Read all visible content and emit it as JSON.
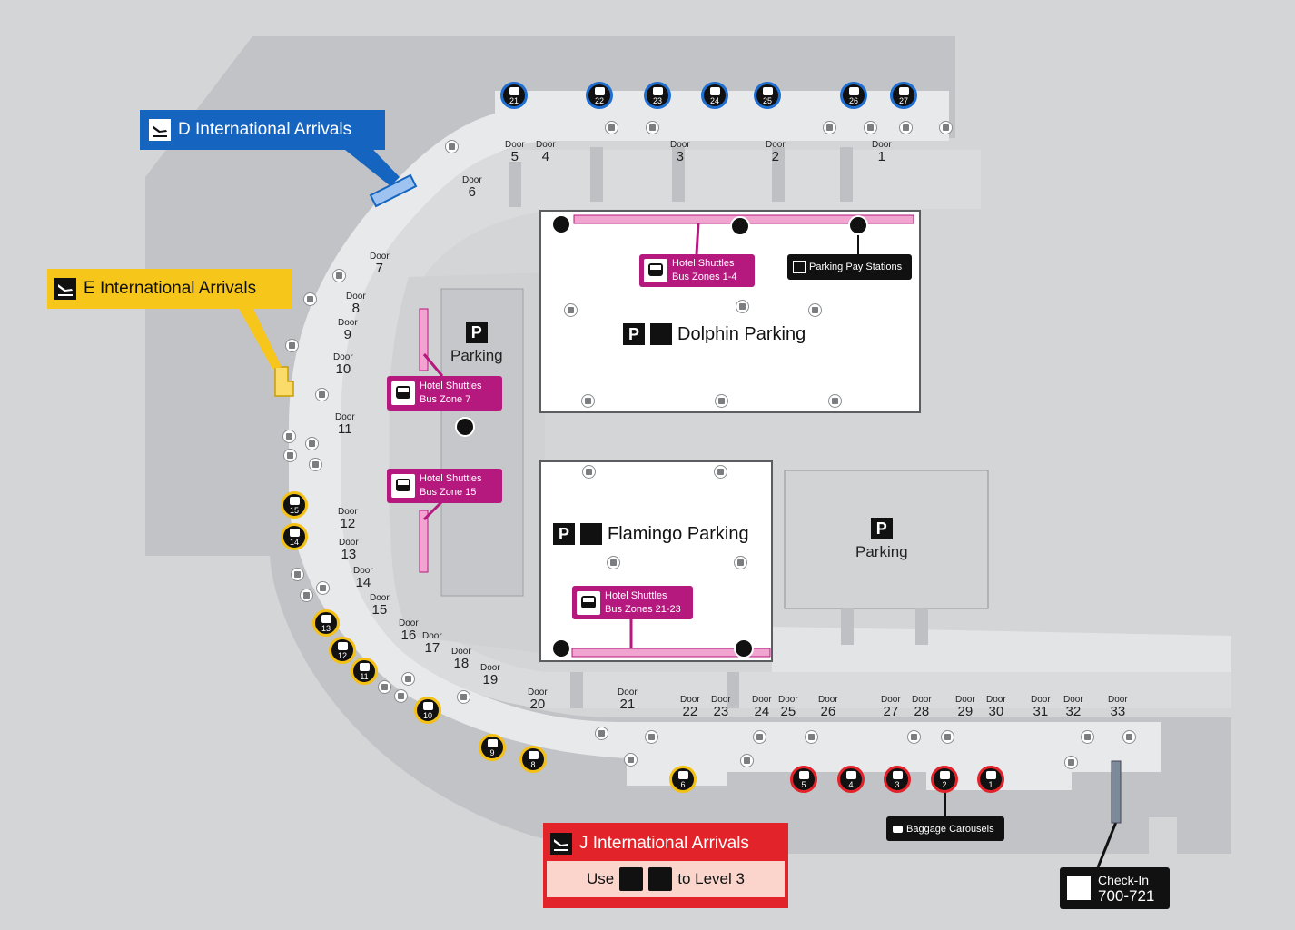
{
  "colors": {
    "background": "#d4d5d7",
    "terminal": "#c2c3c6",
    "concourse": "#e8e9eb",
    "road": "#dadbdd",
    "lot": "#ffffff",
    "d_blue": "#1565c0",
    "e_yellow": "#f7c61a",
    "j_red": "#e2232a",
    "j_light": "#fbd5cc",
    "shuttle_magenta": "#b5197e",
    "gate_black": "#111111"
  },
  "arrivals": {
    "d": {
      "label": "D International Arrivals",
      "icon": "plane-arrival-icon"
    },
    "e": {
      "label": "E International Arrivals",
      "icon": "plane-arrival-icon"
    },
    "j": {
      "label": "J International Arrivals",
      "icon": "plane-arrival-icon",
      "use_word": "Use",
      "to_level": "to Level 3",
      "icons": [
        "elevator-icon",
        "escalator-icon"
      ]
    }
  },
  "tags": {
    "parking_pay": "Parking Pay Stations",
    "baggage": "Baggage Carousels",
    "checkin_label": "Check-In",
    "checkin_range": "700-721"
  },
  "shuttles": {
    "z1": {
      "line1": "Hotel Shuttles",
      "line2": "Bus Zones 1-4"
    },
    "z7": {
      "line1": "Hotel Shuttles",
      "line2": "Bus Zone 7"
    },
    "z15": {
      "line1": "Hotel Shuttles",
      "line2": "Bus Zone 15"
    },
    "z21": {
      "line1": "Hotel Shuttles",
      "line2": "Bus Zones 21-23"
    }
  },
  "lots": {
    "dolphin": "Dolphin Parking",
    "flamingo": "Flamingo Parking",
    "parking": "Parking",
    "p_symbol": "P"
  },
  "door_word": "Door",
  "doors": [
    "5",
    "4",
    "3",
    "2",
    "1",
    "6",
    "7",
    "8",
    "9",
    "10",
    "11",
    "12",
    "13",
    "14",
    "15",
    "16",
    "17",
    "18",
    "19",
    "20",
    "21",
    "22",
    "23",
    "24",
    "25",
    "26",
    "27",
    "28",
    "29",
    "30",
    "31",
    "32",
    "33"
  ],
  "gates": {
    "d": [
      "21",
      "22",
      "23",
      "24",
      "25",
      "26",
      "27"
    ],
    "e": [
      "15",
      "14",
      "13",
      "12",
      "11",
      "10",
      "9",
      "8",
      "6"
    ],
    "j": [
      "5",
      "4",
      "3",
      "2",
      "1"
    ]
  }
}
